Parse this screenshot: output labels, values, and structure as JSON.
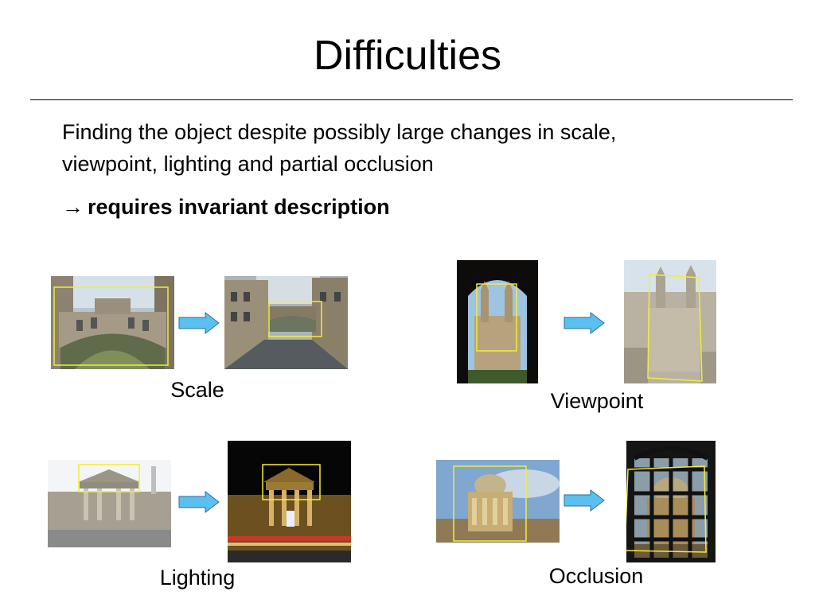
{
  "slide": {
    "title": "Difficulties",
    "paragraph": "Finding the object despite possibly large changes in scale, viewpoint, lighting and partial occlusion",
    "bullet_arrow": "→",
    "bullet_text": "requires invariant description"
  },
  "examples": {
    "scale": {
      "label": "Scale"
    },
    "viewpoint": {
      "label": "Viewpoint"
    },
    "lighting": {
      "label": "Lighting"
    },
    "occlusion": {
      "label": "Occlusion"
    }
  },
  "colors": {
    "arrow_fill": "#5bc0f0",
    "arrow_stroke": "#2a6f9a",
    "box_stroke": "#f2ec3a"
  }
}
